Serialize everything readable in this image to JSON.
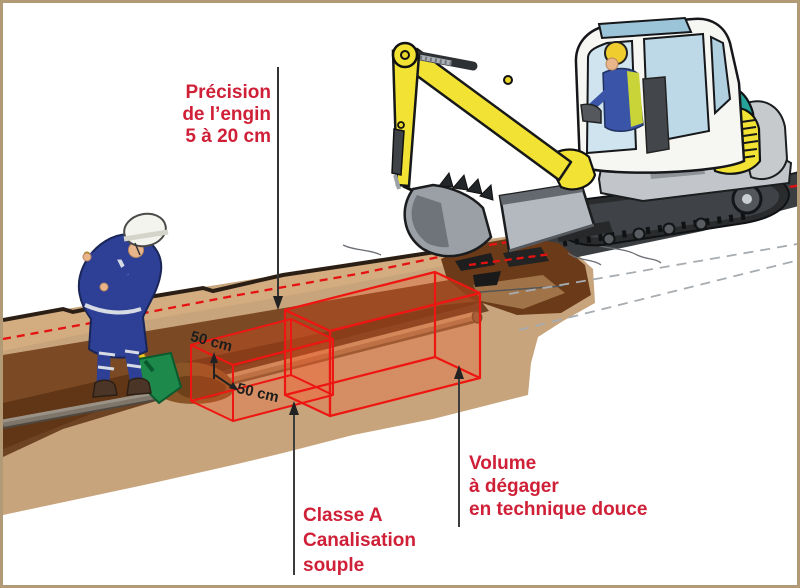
{
  "labels": {
    "precision": {
      "lines": [
        "Précision",
        "de l’engin",
        "5 à 20 cm"
      ]
    },
    "dimension_top": "50 cm",
    "dimension_front": "50 cm",
    "classe": {
      "lines": [
        "Classe A",
        "Canalisation",
        "souple"
      ]
    },
    "volume": {
      "lines": [
        "Volume",
        "à dégager",
        "en technique douce"
      ]
    }
  },
  "colors": {
    "label_red": "#cf2038",
    "wireframe_red": "#ee1612",
    "marker_dash_red": "#e51212",
    "ground_tan": "#c7a47b",
    "trench_brown": "#7b4a25",
    "machine_yellow": "#f2e233",
    "machine_teal": "#27a29b",
    "worker_blue": "#2e3f96",
    "shovel_green": "#1d8a4b",
    "border_tan": "#b29a77"
  }
}
